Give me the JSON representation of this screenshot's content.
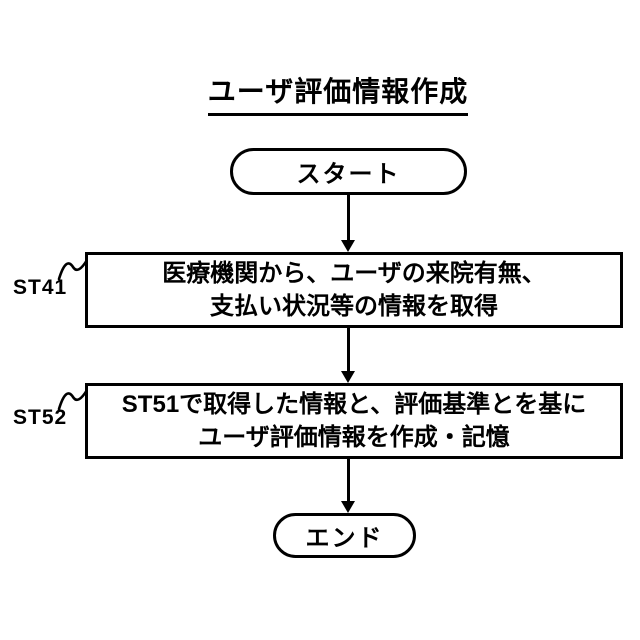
{
  "figure": {
    "title": "ユーザ評価情報作成"
  },
  "flowchart": {
    "start": {
      "label": "スタート"
    },
    "steps": [
      {
        "ref": "ST41",
        "lines": [
          "医療機関から、ユーザの来院有無、",
          "支払い状況等の情報を取得"
        ]
      },
      {
        "ref": "ST52",
        "lines": [
          "ST51で取得した情報と、評価基準とを基に",
          "ユーザ評価情報を作成・記憶"
        ]
      }
    ],
    "end": {
      "label": "エンド"
    }
  },
  "colors": {
    "stroke": "#000000",
    "text": "#000000",
    "background": "#ffffff"
  }
}
